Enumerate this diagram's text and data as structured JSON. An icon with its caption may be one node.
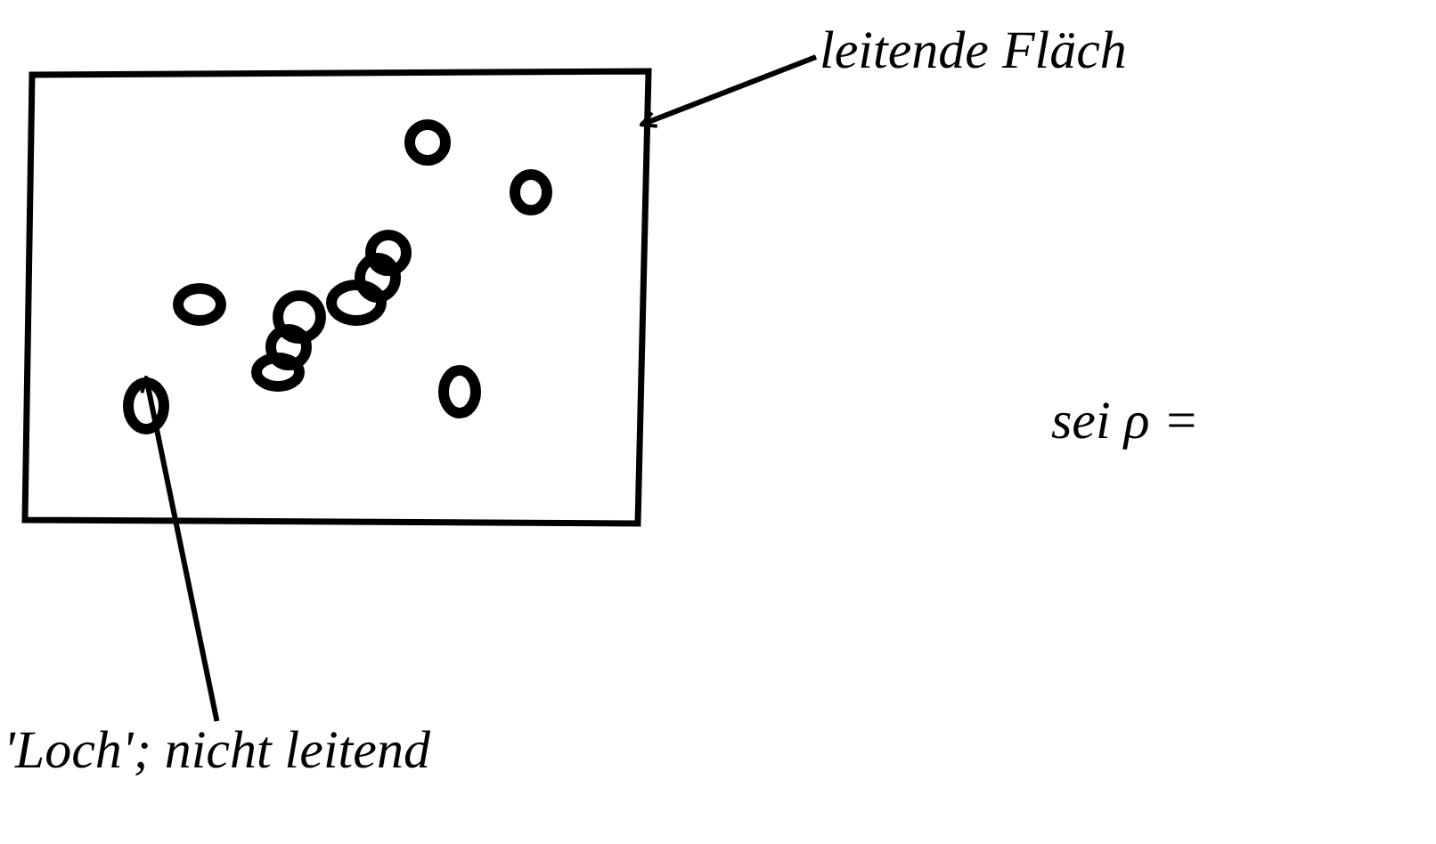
{
  "diagram": {
    "nodes": [
      {
        "text": [
          "leitende Fläch"
        ]
      },
      {
        "text": [],
        "shape": "box"
      },
      {
        "text": [
          "'Loch'; nicht leitend"
        ]
      },
      {
        "text": [],
        "shape": "circle",
        "in": 1
      },
      {
        "text": [],
        "shape": "circle",
        "in": 1
      },
      {
        "text": [],
        "shape": "circle",
        "in": 1
      },
      {
        "text": [],
        "shape": "circle",
        "in": 1
      },
      {
        "text": [],
        "shape": "circle",
        "in": 1
      },
      {
        "text": [],
        "shape": "circle",
        "in": 1
      },
      {
        "text": [],
        "shape": "circle",
        "in": 1
      },
      {
        "text": [],
        "shape": "circle",
        "in": 1
      },
      {
        "text": [],
        "shape": "circle",
        "in": 1
      },
      {
        "text": [],
        "shape": "circle",
        "in": 1
      },
      {
        "text": [],
        "shape": "circle",
        "in": 1
      }
    ],
    "edges": [
      {
        "from": 0,
        "to": 1,
        "arrow": "to"
      },
      {
        "from": 2,
        "to": 13,
        "arrow": "to"
      }
    ],
    "labels": [
      "sei ρ ="
    ]
  }
}
